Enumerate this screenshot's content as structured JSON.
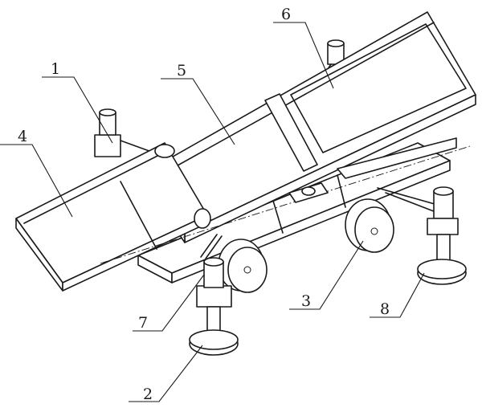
{
  "figure": {
    "description_free": true,
    "callouts": [
      {
        "id": "c1",
        "text": "1"
      },
      {
        "id": "c2",
        "text": "2"
      },
      {
        "id": "c3",
        "text": "3"
      },
      {
        "id": "c4",
        "text": "4"
      },
      {
        "id": "c5",
        "text": "5"
      },
      {
        "id": "c6",
        "text": "6"
      },
      {
        "id": "c7",
        "text": "7"
      },
      {
        "id": "c8",
        "text": "8"
      }
    ]
  }
}
